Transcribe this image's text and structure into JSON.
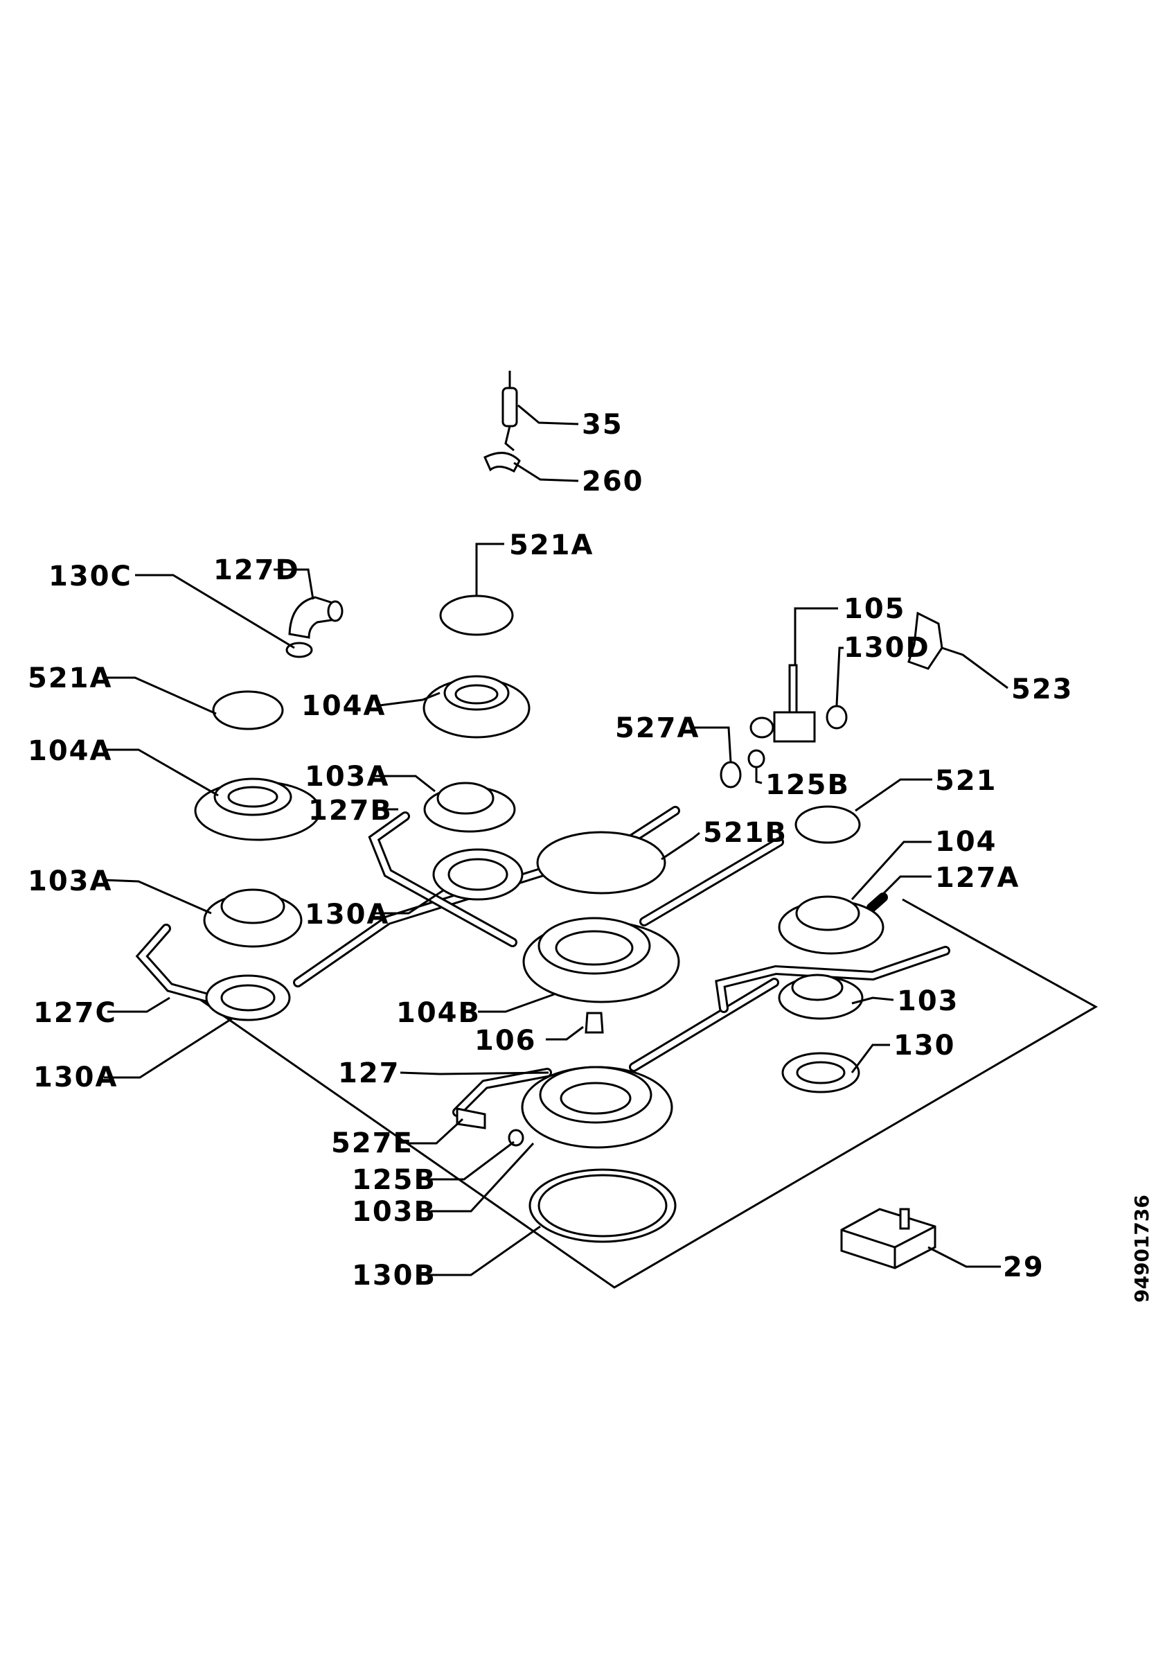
{
  "drawing_code": "94901736",
  "labels": {
    "l35": "35",
    "l260": "260",
    "l521A_top": "521A",
    "l130C": "130C",
    "l127D": "127D",
    "l105": "105",
    "l130D": "130D",
    "l523": "523",
    "l521A_left": "521A",
    "l104A_mid": "104A",
    "l527A": "527A",
    "l104A_left": "104A",
    "l103A_mid": "103A",
    "l125B_top": "125B",
    "l127B": "127B",
    "l521": "521",
    "l521B": "521B",
    "l104": "104",
    "l103A_left": "103A",
    "l127A": "127A",
    "l130A_mid": "130A",
    "l103": "103",
    "l127C": "127C",
    "l104B": "104B",
    "l106": "106",
    "l130": "130",
    "l130A_left": "130A",
    "l127": "127",
    "l527E": "527E",
    "l125B_bot": "125B",
    "l103B": "103B",
    "l130B": "130B",
    "l29": "29"
  }
}
